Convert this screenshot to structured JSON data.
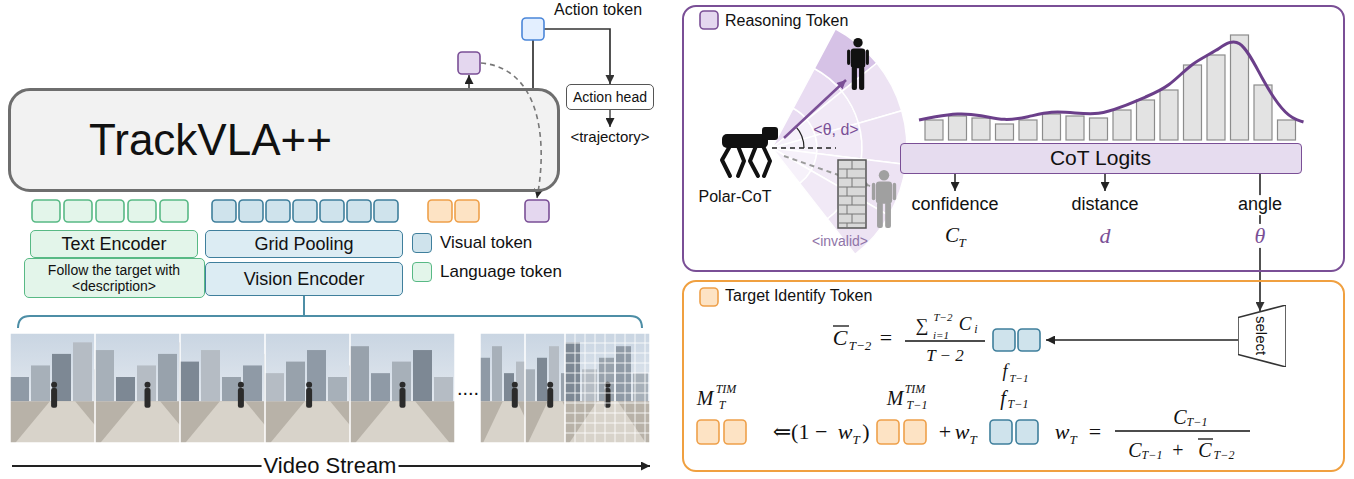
{
  "diagram": {
    "nodes": [
      {
        "text": [
          "TrackVLA++"
        ]
      },
      {
        "text": [
          "Action head"
        ]
      },
      {
        "text": [
          "Text Encoder"
        ]
      },
      {
        "text": [
          "Grid Pooling"
        ]
      },
      {
        "text": [
          "Follow the target with <description>"
        ]
      },
      {
        "text": [
          "Vision Encoder"
        ]
      },
      {
        "text": [
          "Reasoning Token"
        ]
      },
      {
        "text": [
          "CoT Logits"
        ],
        "in": 6
      },
      {
        "text": [
          "Target Identify Token"
        ]
      },
      {
        "text": [
          "select"
        ],
        "in": 8
      }
    ],
    "edges": [
      {
        "from": 0,
        "to": 1,
        "arrow": "to"
      },
      {
        "from": 7,
        "to": 9,
        "arrow": "to"
      }
    ],
    "labels": [
      "Action token",
      "<trajectory>",
      "....",
      "Video Stream",
      "Polar-CoT",
      "<θ, d>",
      "<invalid>",
      "confidence",
      "C",
      "T",
      "distance",
      "d",
      "angle",
      "θ",
      "C",
      "T−2",
      "=",
      "∑",
      "T−2",
      "i=1",
      "C",
      "i",
      "T − 2",
      "f",
      "T−1",
      "M",
      "TIM",
      "T",
      "⇐(1 −",
      "w",
      "T",
      ")",
      "M",
      "TIM",
      "T−1",
      "+",
      "w",
      "T",
      "f",
      "T−1",
      "w",
      "T",
      "=",
      "C",
      "T−1",
      "C",
      "T−1",
      "+",
      "C",
      "T−2"
    ],
    "legend": [
      {
        "text": "Visual token",
        "color": "#cfe3ec"
      },
      {
        "text": "Language token",
        "color": "#e3f5ea"
      }
    ]
  }
}
